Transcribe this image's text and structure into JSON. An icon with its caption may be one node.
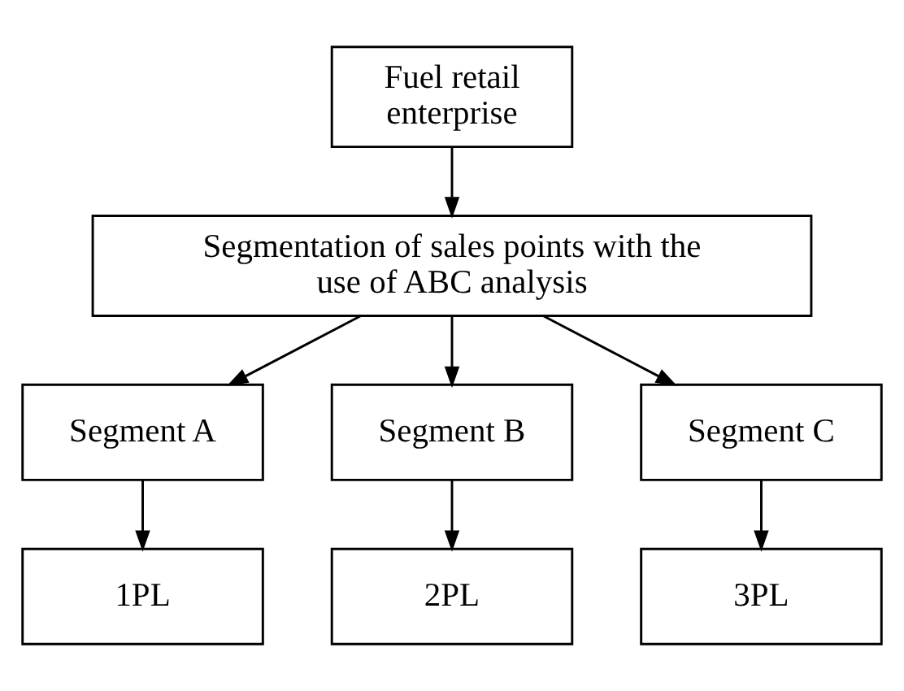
{
  "diagram": {
    "nodes": [
      {
        "text": [
          "Fuel retail enterprise"
        ]
      },
      {
        "text": [
          "Segmentation of sales points with the use of ABC analysis"
        ]
      },
      {
        "text": [
          "Segment A"
        ]
      },
      {
        "text": [
          "Segment B"
        ]
      },
      {
        "text": [
          "Segment C"
        ]
      },
      {
        "text": [
          "1PL"
        ]
      },
      {
        "text": [
          "2PL"
        ]
      },
      {
        "text": [
          "3PL"
        ]
      }
    ],
    "edges": [
      {
        "from": 0,
        "to": 1,
        "arrow": "to"
      },
      {
        "from": 1,
        "to": 2,
        "arrow": "to"
      },
      {
        "from": 1,
        "to": 3,
        "arrow": "to"
      },
      {
        "from": 1,
        "to": 4,
        "arrow": "to"
      },
      {
        "from": 2,
        "to": 5,
        "arrow": "to"
      },
      {
        "from": 3,
        "to": 6,
        "arrow": "to"
      },
      {
        "from": 4,
        "to": 7,
        "arrow": "to"
      }
    ]
  }
}
